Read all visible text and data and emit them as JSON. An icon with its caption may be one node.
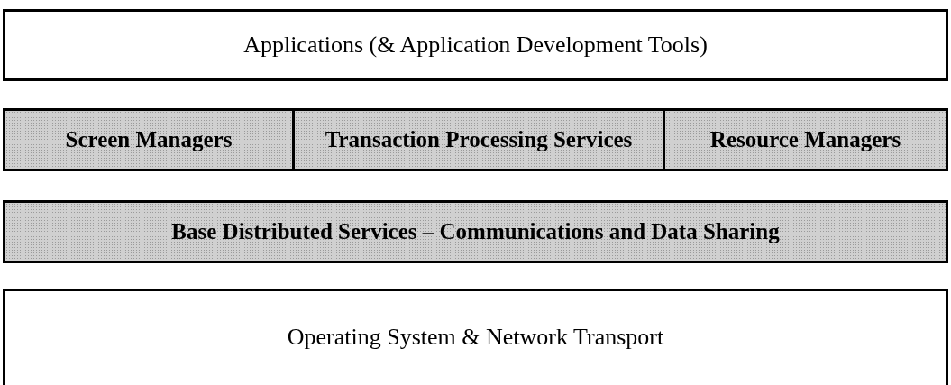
{
  "diagram": {
    "nodes": [
      {
        "text": [
          "Applications (& Application Development Tools)"
        ]
      },
      {
        "text": [
          "Screen Managers"
        ]
      },
      {
        "text": [
          "Transaction Processing Services"
        ]
      },
      {
        "text": [
          "Resource Managers"
        ]
      },
      {
        "text": [
          "Base Distributed Services – Communications and Data Sharing"
        ]
      },
      {
        "text": [
          "Operating System & Network Transport"
        ]
      }
    ]
  }
}
